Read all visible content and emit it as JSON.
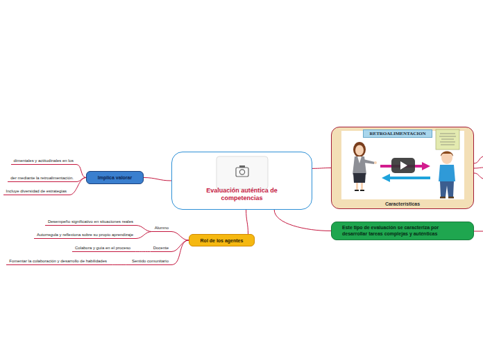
{
  "diagram": {
    "nodes": [
      {
        "text": [
          "Evaluación auténtica de competencias"
        ]
      },
      {
        "text": [
          "Características"
        ]
      },
      {
        "text": [
          "Este tipo de evaluación se caracteriza por desarrollar tareas complejas y auténticas"
        ]
      },
      {
        "text": [
          "Implica valorar"
        ]
      },
      {
        "text": [
          "dimentales y actitudinales en los"
        ]
      },
      {
        "text": [
          "der mediante la retroalimentación."
        ]
      },
      {
        "text": [
          "Incluye diversidad de estrategias"
        ]
      },
      {
        "text": [
          "Rol de los agentes"
        ]
      },
      {
        "text": [
          "Alumno"
        ]
      },
      {
        "text": [
          "Desempeño significativo en situaciones reales"
        ]
      },
      {
        "text": [
          "Autorregula y reflexiona sobre su propio aprendizaje"
        ]
      },
      {
        "text": [
          "Docente"
        ]
      },
      {
        "text": [
          "Colabora y guía en el proceso"
        ]
      },
      {
        "text": [
          "Sentido comunitario"
        ]
      },
      {
        "text": [
          "Fomentar la colaboración y desarrollo de habilidades"
        ]
      }
    ],
    "edges": [
      {
        "from": 0,
        "to": 3,
        "arrow": "none"
      },
      {
        "from": 3,
        "to": 4,
        "arrow": "none"
      },
      {
        "from": 3,
        "to": 5,
        "arrow": "none"
      },
      {
        "from": 3,
        "to": 6,
        "arrow": "none"
      },
      {
        "from": 0,
        "to": 7,
        "arrow": "none"
      },
      {
        "from": 7,
        "to": 8,
        "arrow": "none"
      },
      {
        "from": 8,
        "to": 9,
        "arrow": "none"
      },
      {
        "from": 8,
        "to": 10,
        "arrow": "none"
      },
      {
        "from": 7,
        "to": 11,
        "arrow": "none"
      },
      {
        "from": 11,
        "to": 12,
        "arrow": "none"
      },
      {
        "from": 7,
        "to": 13,
        "arrow": "none"
      },
      {
        "from": 13,
        "to": 14,
        "arrow": "none"
      },
      {
        "from": 0,
        "to": 1,
        "arrow": "none"
      },
      {
        "from": 0,
        "to": 2,
        "arrow": "none"
      }
    ],
    "labels": [
      "RETROALIMENTACION"
    ]
  }
}
